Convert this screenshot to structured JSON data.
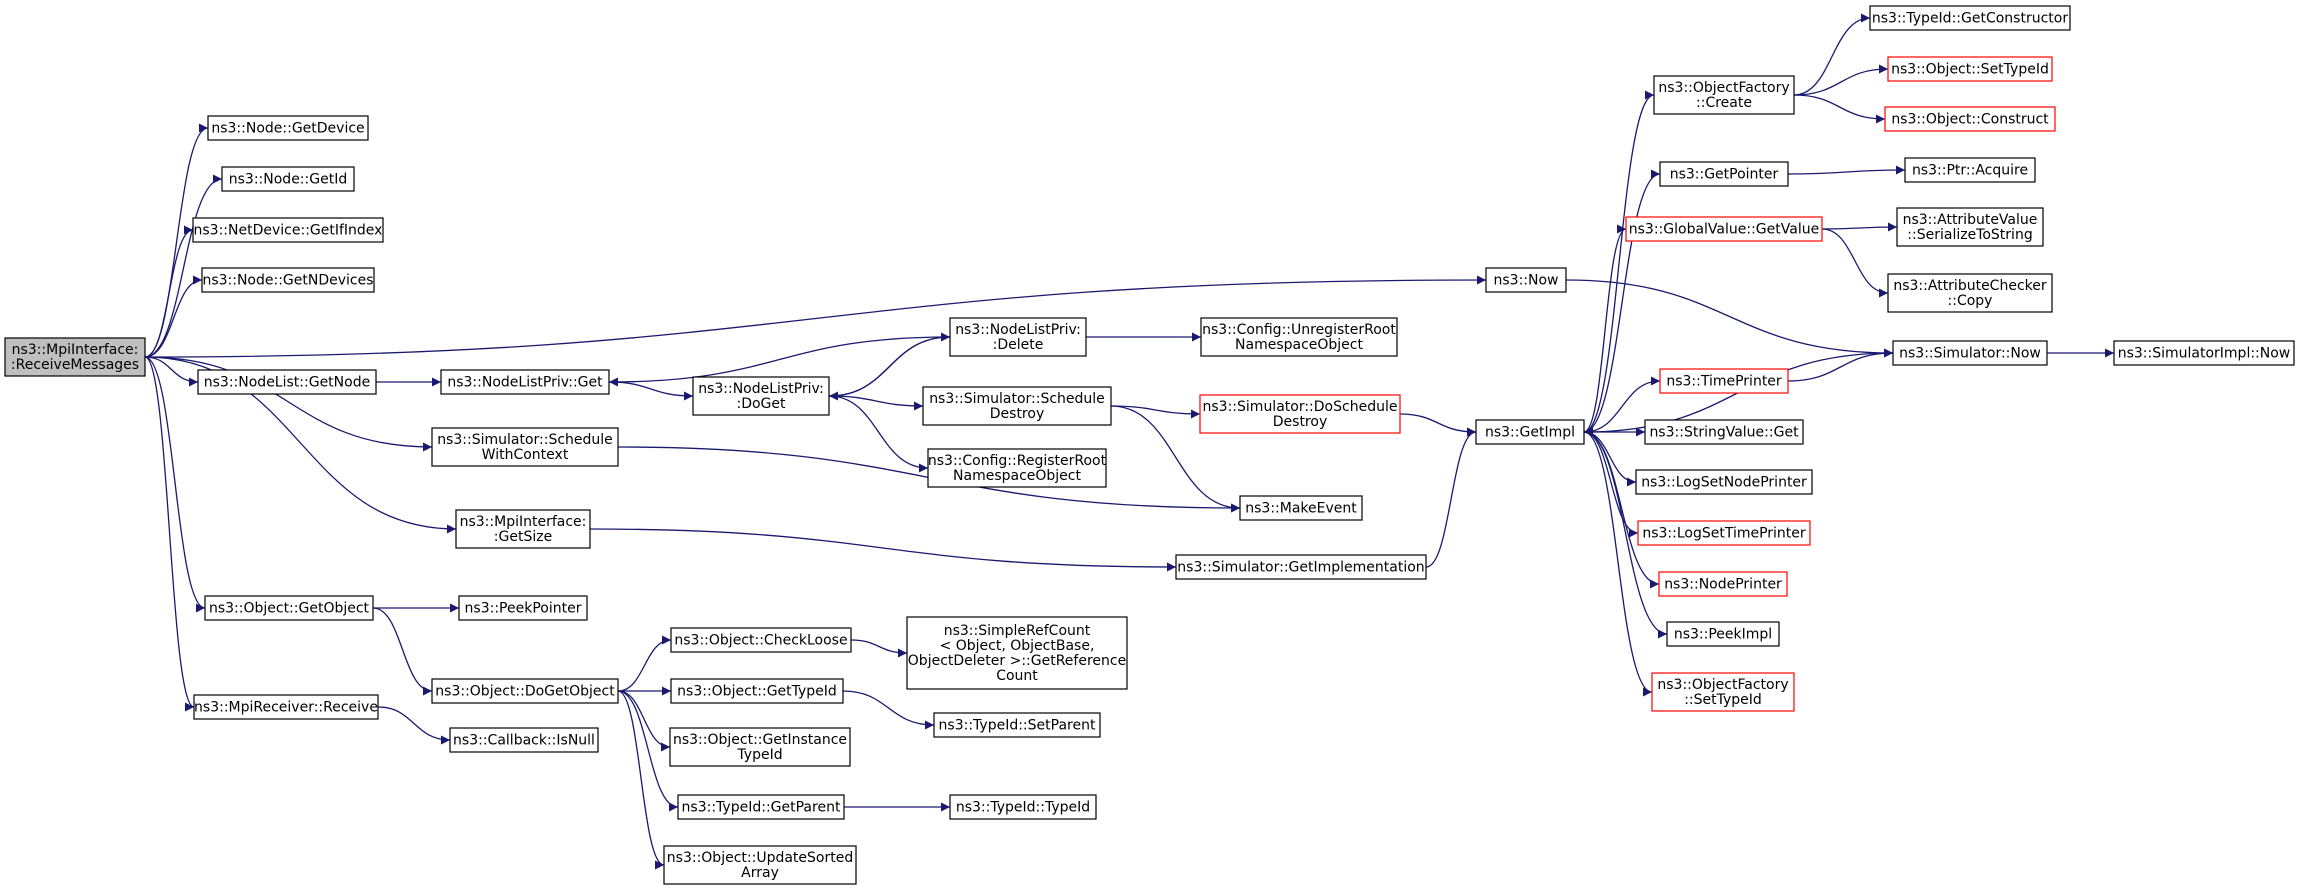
{
  "colors": {
    "edge": "#191970",
    "node_border": "#000000",
    "node_border_incomplete": "#ff0000",
    "root_fill": "#bfbfbf",
    "node_fill": "#ffffff"
  },
  "nodes": [
    {
      "id": "root",
      "lines": [
        "ns3::MpiInterface:",
        ":ReceiveMessages"
      ],
      "root": true
    },
    {
      "id": "node-getdevice",
      "lines": [
        "ns3::Node::GetDevice"
      ]
    },
    {
      "id": "node-getid",
      "lines": [
        "ns3::Node::GetId"
      ]
    },
    {
      "id": "netdevice-getifindex",
      "lines": [
        "ns3::NetDevice::GetIfIndex"
      ]
    },
    {
      "id": "node-getndevices",
      "lines": [
        "ns3::Node::GetNDevices"
      ]
    },
    {
      "id": "nodelist-getnode",
      "lines": [
        "ns3::NodeList::GetNode"
      ]
    },
    {
      "id": "nodelistpriv-get",
      "lines": [
        "ns3::NodeListPriv::Get"
      ]
    },
    {
      "id": "nodelistpriv-doget",
      "lines": [
        "ns3::NodeListPriv:",
        ":DoGet"
      ]
    },
    {
      "id": "nodelistpriv-delete",
      "lines": [
        "ns3::NodeListPriv:",
        ":Delete"
      ]
    },
    {
      "id": "config-unregister",
      "lines": [
        "ns3::Config::UnregisterRoot",
        "NamespaceObject"
      ]
    },
    {
      "id": "simulator-scheduledestroy",
      "lines": [
        "ns3::Simulator::Schedule",
        "Destroy"
      ]
    },
    {
      "id": "config-register",
      "lines": [
        "ns3::Config::RegisterRoot",
        "NamespaceObject"
      ]
    },
    {
      "id": "simulator-doscheduledestroy",
      "lines": [
        "ns3::Simulator::DoSchedule",
        "Destroy"
      ],
      "incomplete": true
    },
    {
      "id": "makeevent",
      "lines": [
        "ns3::MakeEvent"
      ]
    },
    {
      "id": "simulator-schedulewithcontext",
      "lines": [
        "ns3::Simulator::Schedule",
        "WithContext"
      ]
    },
    {
      "id": "mpiinterface-getsize",
      "lines": [
        "ns3::MpiInterface:",
        ":GetSize"
      ]
    },
    {
      "id": "simulator-getimplementation",
      "lines": [
        "ns3::Simulator::GetImplementation"
      ]
    },
    {
      "id": "object-getobject",
      "lines": [
        "ns3::Object::GetObject"
      ]
    },
    {
      "id": "peekpointer",
      "lines": [
        "ns3::PeekPointer"
      ]
    },
    {
      "id": "object-dogetobject",
      "lines": [
        "ns3::Object::DoGetObject"
      ]
    },
    {
      "id": "object-checkloose",
      "lines": [
        "ns3::Object::CheckLoose"
      ]
    },
    {
      "id": "simplerefcount-getreferencecount",
      "lines": [
        "ns3::SimpleRefCount",
        "< Object, ObjectBase,",
        "ObjectDeleter >::GetReference",
        "Count"
      ]
    },
    {
      "id": "object-gettypeid",
      "lines": [
        "ns3::Object::GetTypeId"
      ]
    },
    {
      "id": "typeid-setparent",
      "lines": [
        "ns3::TypeId::SetParent"
      ]
    },
    {
      "id": "object-getinstancetypeid",
      "lines": [
        "ns3::Object::GetInstance",
        "TypeId"
      ]
    },
    {
      "id": "typeid-getparent",
      "lines": [
        "ns3::TypeId::GetParent"
      ]
    },
    {
      "id": "typeid-typeid",
      "lines": [
        "ns3::TypeId::TypeId"
      ]
    },
    {
      "id": "object-updatesortedarray",
      "lines": [
        "ns3::Object::UpdateSorted",
        "Array"
      ]
    },
    {
      "id": "mpireceiver-receive",
      "lines": [
        "ns3::MpiReceiver::Receive"
      ]
    },
    {
      "id": "callback-isnull",
      "lines": [
        "ns3::Callback::IsNull"
      ]
    },
    {
      "id": "ns3-now",
      "lines": [
        "ns3::Now"
      ]
    },
    {
      "id": "getimpl",
      "lines": [
        "ns3::GetImpl"
      ]
    },
    {
      "id": "objectfactory-create",
      "lines": [
        "ns3::ObjectFactory",
        "::Create"
      ]
    },
    {
      "id": "typeid-getconstructor",
      "lines": [
        "ns3::TypeId::GetConstructor"
      ]
    },
    {
      "id": "object-settypeid",
      "lines": [
        "ns3::Object::SetTypeId"
      ],
      "incomplete": true
    },
    {
      "id": "object-construct",
      "lines": [
        "ns3::Object::Construct"
      ],
      "incomplete": true
    },
    {
      "id": "getpointer",
      "lines": [
        "ns3::GetPointer"
      ]
    },
    {
      "id": "ptr-acquire",
      "lines": [
        "ns3::Ptr::Acquire"
      ]
    },
    {
      "id": "globalvalue-getvalue",
      "lines": [
        "ns3::GlobalValue::GetValue"
      ],
      "incomplete": true
    },
    {
      "id": "attributevalue-serialize",
      "lines": [
        "ns3::AttributeValue",
        "::SerializeToString"
      ]
    },
    {
      "id": "attributechecker-copy",
      "lines": [
        "ns3::AttributeChecker",
        "::Copy"
      ]
    },
    {
      "id": "simulator-now",
      "lines": [
        "ns3::Simulator::Now"
      ]
    },
    {
      "id": "simulatorimpl-now",
      "lines": [
        "ns3::SimulatorImpl::Now"
      ]
    },
    {
      "id": "timeprinter",
      "lines": [
        "ns3::TimePrinter"
      ],
      "incomplete": true
    },
    {
      "id": "stringvalue-get",
      "lines": [
        "ns3::StringValue::Get"
      ]
    },
    {
      "id": "logsetnodeprinter",
      "lines": [
        "ns3::LogSetNodePrinter"
      ]
    },
    {
      "id": "logsettimeprinter",
      "lines": [
        "ns3::LogSetTimePrinter"
      ],
      "incomplete": true
    },
    {
      "id": "nodeprinter",
      "lines": [
        "ns3::NodePrinter"
      ],
      "incomplete": true
    },
    {
      "id": "peekimpl",
      "lines": [
        "ns3::PeekImpl"
      ]
    },
    {
      "id": "objectfactory-settypeid",
      "lines": [
        "ns3::ObjectFactory",
        "::SetTypeId"
      ],
      "incomplete": true
    }
  ],
  "edges": [
    [
      "root",
      "node-getdevice"
    ],
    [
      "root",
      "node-getid"
    ],
    [
      "root",
      "netdevice-getifindex"
    ],
    [
      "root",
      "node-getndevices"
    ],
    [
      "root",
      "nodelist-getnode"
    ],
    [
      "root",
      "ns3-now"
    ],
    [
      "root",
      "simulator-schedulewithcontext"
    ],
    [
      "root",
      "mpiinterface-getsize"
    ],
    [
      "root",
      "object-getobject"
    ],
    [
      "root",
      "mpireceiver-receive"
    ],
    [
      "nodelist-getnode",
      "nodelistpriv-get"
    ],
    [
      "nodelistpriv-get",
      "nodelistpriv-doget"
    ],
    [
      "nodelistpriv-doget",
      "nodelistpriv-delete"
    ],
    [
      "nodelistpriv-doget",
      "simulator-scheduledestroy"
    ],
    [
      "nodelistpriv-doget",
      "config-register"
    ],
    [
      "nodelistpriv-delete",
      "nodelistpriv-get"
    ],
    [
      "nodelistpriv-delete",
      "nodelistpriv-doget"
    ],
    [
      "nodelistpriv-delete",
      "config-unregister"
    ],
    [
      "simulator-scheduledestroy",
      "simulator-doscheduledestroy"
    ],
    [
      "simulator-scheduledestroy",
      "makeevent"
    ],
    [
      "simulator-doscheduledestroy",
      "getimpl"
    ],
    [
      "simulator-schedulewithcontext",
      "makeevent"
    ],
    [
      "mpiinterface-getsize",
      "simulator-getimplementation"
    ],
    [
      "simulator-getimplementation",
      "getimpl"
    ],
    [
      "object-getobject",
      "peekpointer"
    ],
    [
      "object-getobject",
      "object-dogetobject"
    ],
    [
      "object-dogetobject",
      "object-checkloose"
    ],
    [
      "object-dogetobject",
      "object-gettypeid"
    ],
    [
      "object-dogetobject",
      "object-getinstancetypeid"
    ],
    [
      "object-dogetobject",
      "typeid-getparent"
    ],
    [
      "object-dogetobject",
      "object-updatesortedarray"
    ],
    [
      "object-checkloose",
      "simplerefcount-getreferencecount"
    ],
    [
      "object-gettypeid",
      "typeid-setparent"
    ],
    [
      "typeid-getparent",
      "typeid-typeid"
    ],
    [
      "mpireceiver-receive",
      "callback-isnull"
    ],
    [
      "ns3-now",
      "simulator-now"
    ],
    [
      "getimpl",
      "objectfactory-create"
    ],
    [
      "getimpl",
      "getpointer"
    ],
    [
      "getimpl",
      "globalvalue-getvalue"
    ],
    [
      "getimpl",
      "timeprinter"
    ],
    [
      "getimpl",
      "stringvalue-get"
    ],
    [
      "getimpl",
      "logsetnodeprinter"
    ],
    [
      "getimpl",
      "logsettimeprinter"
    ],
    [
      "getimpl",
      "nodeprinter"
    ],
    [
      "getimpl",
      "peekimpl"
    ],
    [
      "getimpl",
      "objectfactory-settypeid"
    ],
    [
      "objectfactory-create",
      "typeid-getconstructor"
    ],
    [
      "objectfactory-create",
      "object-settypeid"
    ],
    [
      "objectfactory-create",
      "object-construct"
    ],
    [
      "getpointer",
      "ptr-acquire"
    ],
    [
      "globalvalue-getvalue",
      "attributevalue-serialize"
    ],
    [
      "globalvalue-getvalue",
      "attributechecker-copy"
    ],
    [
      "simulator-now",
      "getimpl"
    ],
    [
      "simulator-now",
      "simulatorimpl-now"
    ],
    [
      "timeprinter",
      "simulator-now"
    ]
  ]
}
